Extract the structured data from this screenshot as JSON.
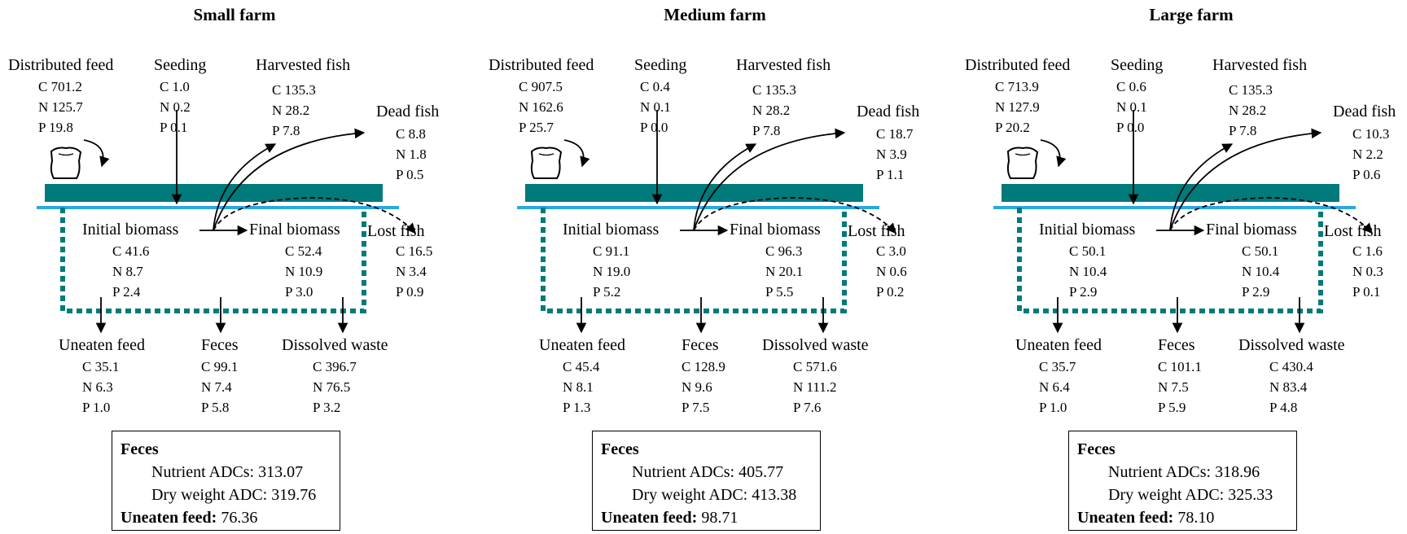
{
  "colors": {
    "tank": "#007a7a",
    "water": "#29a9e0",
    "net": "#007a7a"
  },
  "icons": {
    "feed_bag": "feed-bag-icon"
  },
  "panels": [
    {
      "title": "Small farm",
      "distributed_feed": {
        "label": "Distributed feed",
        "values": [
          "C 701.2",
          "N 125.7",
          "P 19.8"
        ]
      },
      "seeding": {
        "label": "Seeding",
        "values": [
          "C 1.0",
          "N 0.2",
          "P 0.1"
        ]
      },
      "harvested_fish": {
        "label": "Harvested fish",
        "values": [
          "C 135.3",
          "N 28.2",
          "P 7.8"
        ]
      },
      "dead_fish": {
        "label": "Dead fish",
        "values": [
          "C 8.8",
          "N 1.8",
          "P 0.5"
        ]
      },
      "initial_biomass": {
        "label": "Initial biomass",
        "values": [
          "C 41.6",
          "N 8.7",
          "P 2.4"
        ]
      },
      "final_biomass": {
        "label": "Final biomass",
        "values": [
          "C 52.4",
          "N 10.9",
          "P 3.0"
        ]
      },
      "lost_fish": {
        "label": "Lost fish",
        "values": [
          "C 16.5",
          "N 3.4",
          "P 0.9"
        ]
      },
      "uneaten_feed": {
        "label": "Uneaten feed",
        "values": [
          "C 35.1",
          "N 6.3",
          "P 1.0"
        ]
      },
      "feces": {
        "label": "Feces",
        "values": [
          "C 99.1",
          "N 7.4",
          "P 5.8"
        ]
      },
      "dissolved_waste": {
        "label": "Dissolved waste",
        "values": [
          "C 396.7",
          "N 76.5",
          "P 3.2"
        ]
      },
      "summary": {
        "heading": "Feces",
        "nutrient_label": "Nutrient ADCs:",
        "nutrient_value": "313.07",
        "dry_label": "Dry weight ADC:",
        "dry_value": "319.76",
        "uneaten_label": "Uneaten feed:",
        "uneaten_value": "76.36"
      }
    },
    {
      "title": "Medium farm",
      "distributed_feed": {
        "label": "Distributed feed",
        "values": [
          "C 907.5",
          "N 162.6",
          "P 25.7"
        ]
      },
      "seeding": {
        "label": "Seeding",
        "values": [
          "C 0.4",
          "N 0.1",
          "P 0.0"
        ]
      },
      "harvested_fish": {
        "label": "Harvested fish",
        "values": [
          "C 135.3",
          "N 28.2",
          "P 7.8"
        ]
      },
      "dead_fish": {
        "label": "Dead fish",
        "values": [
          "C 18.7",
          "N 3.9",
          "P 1.1"
        ]
      },
      "initial_biomass": {
        "label": "Initial biomass",
        "values": [
          "C 91.1",
          "N 19.0",
          "P 5.2"
        ]
      },
      "final_biomass": {
        "label": "Final biomass",
        "values": [
          "C 96.3",
          "N 20.1",
          "P 5.5"
        ]
      },
      "lost_fish": {
        "label": "Lost fish",
        "values": [
          "C 3.0",
          "N 0.6",
          "P 0.2"
        ]
      },
      "uneaten_feed": {
        "label": "Uneaten feed",
        "values": [
          "C 45.4",
          "N 8.1",
          "P 1.3"
        ]
      },
      "feces": {
        "label": "Feces",
        "values": [
          "C 128.9",
          "N 9.6",
          "P 7.5"
        ]
      },
      "dissolved_waste": {
        "label": "Dissolved waste",
        "values": [
          "C 571.6",
          "N 111.2",
          "P 7.6"
        ]
      },
      "summary": {
        "heading": "Feces",
        "nutrient_label": "Nutrient ADCs:",
        "nutrient_value": "405.77",
        "dry_label": "Dry weight ADC:",
        "dry_value": "413.38",
        "uneaten_label": "Uneaten feed:",
        "uneaten_value": "98.71"
      }
    },
    {
      "title": "Large farm",
      "distributed_feed": {
        "label": "Distributed feed",
        "values": [
          "C 713.9",
          "N 127.9",
          "P 20.2"
        ]
      },
      "seeding": {
        "label": "Seeding",
        "values": [
          "C 0.6",
          "N 0.1",
          "P 0.0"
        ]
      },
      "harvested_fish": {
        "label": "Harvested fish",
        "values": [
          "C 135.3",
          "N 28.2",
          "P 7.8"
        ]
      },
      "dead_fish": {
        "label": "Dead fish",
        "values": [
          "C 10.3",
          "N 2.2",
          "P 0.6"
        ]
      },
      "initial_biomass": {
        "label": "Initial biomass",
        "values": [
          "C 50.1",
          "N 10.4",
          "P 2.9"
        ]
      },
      "final_biomass": {
        "label": "Final biomass",
        "values": [
          "C 50.1",
          "N 10.4",
          "P 2.9"
        ]
      },
      "lost_fish": {
        "label": "Lost fish",
        "values": [
          "C 1.6",
          "N 0.3",
          "P 0.1"
        ]
      },
      "uneaten_feed": {
        "label": "Uneaten feed",
        "values": [
          "C 35.7",
          "N 6.4",
          "P 1.0"
        ]
      },
      "feces": {
        "label": "Feces",
        "values": [
          "C 101.1",
          "N 7.5",
          "P 5.9"
        ]
      },
      "dissolved_waste": {
        "label": "Dissolved waste",
        "values": [
          "C 430.4",
          "N 83.4",
          "P 4.8"
        ]
      },
      "summary": {
        "heading": "Feces",
        "nutrient_label": "Nutrient ADCs:",
        "nutrient_value": "318.96",
        "dry_label": "Dry weight ADC:",
        "dry_value": "325.33",
        "uneaten_label": "Uneaten feed:",
        "uneaten_value": "78.10"
      }
    }
  ]
}
